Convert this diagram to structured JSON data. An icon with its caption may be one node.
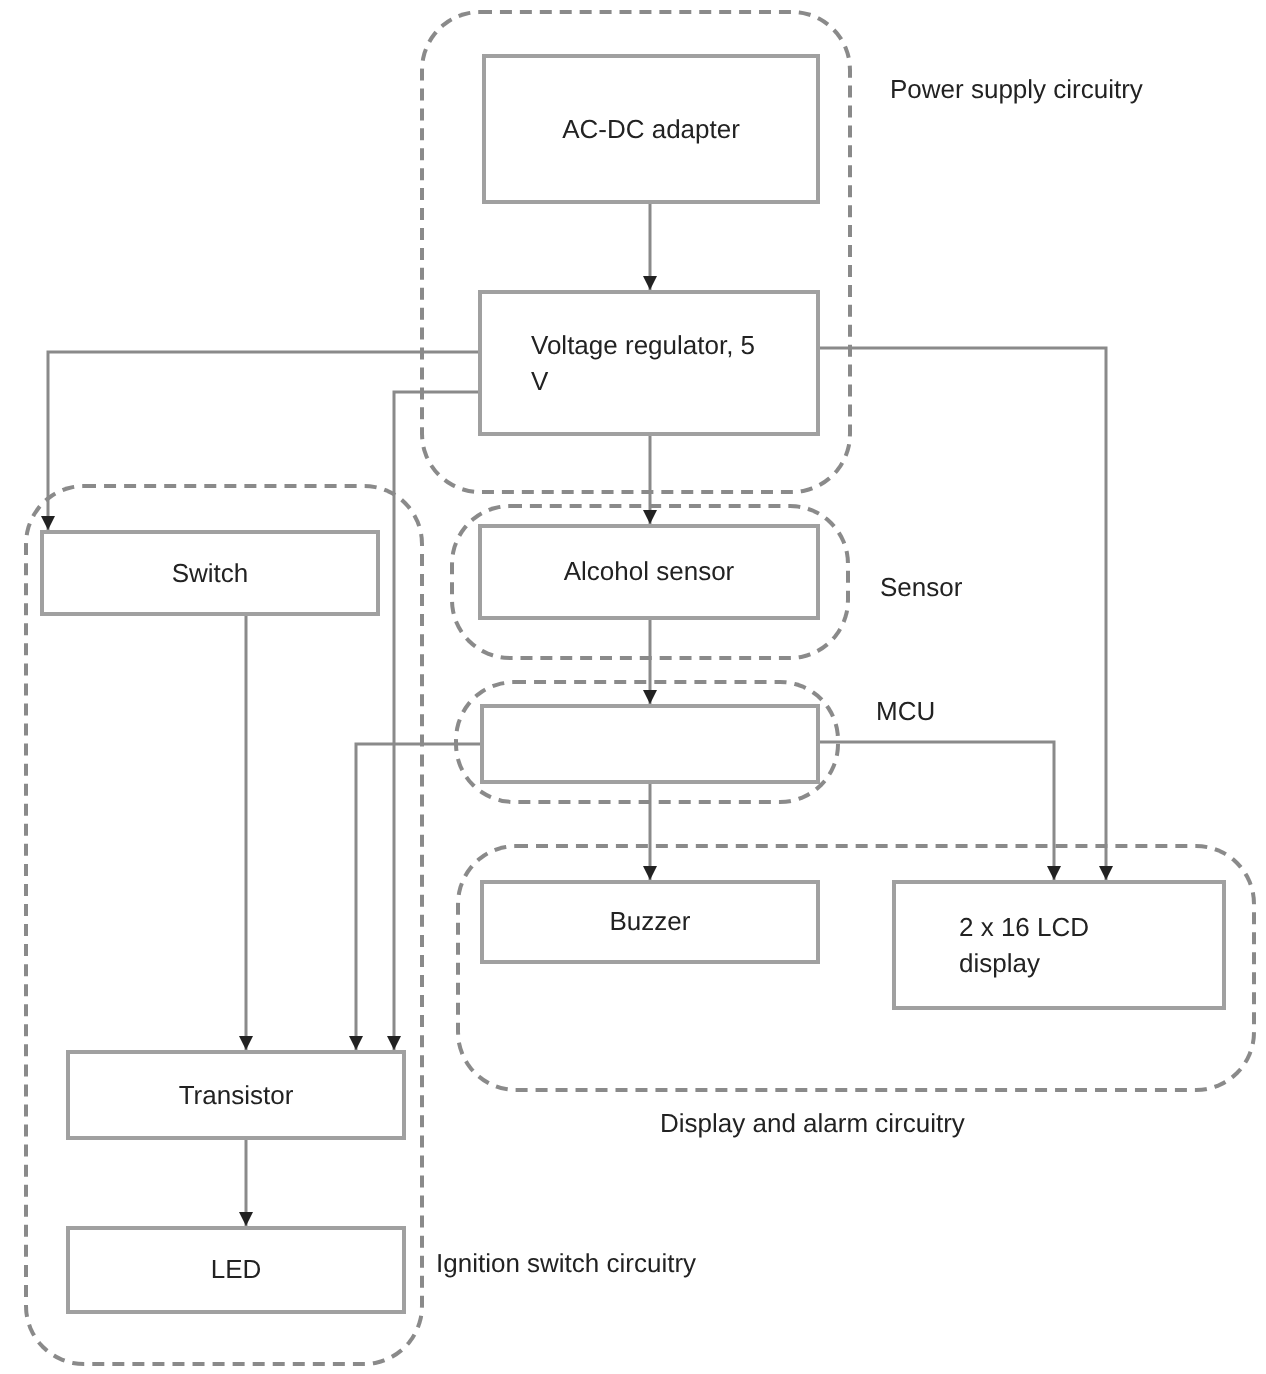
{
  "diagram": {
    "nodes": [
      {
        "text": [
          "Power supply circuitry"
        ]
      },
      {
        "text": [
          "AC-DC adapter"
        ],
        "in": 0
      },
      {
        "text": [
          "Voltage regulator, 5 V"
        ],
        "in": 0
      },
      {
        "text": [
          "Sensor"
        ]
      },
      {
        "text": [
          "Alcohol sensor"
        ],
        "in": 3
      },
      {
        "text": [
          "MCU"
        ]
      },
      {
        "text": [],
        "shape": "box",
        "in": 5
      },
      {
        "text": [
          "Ignition switch circuitry"
        ]
      },
      {
        "text": [
          "Switch"
        ],
        "in": 7
      },
      {
        "text": [
          "Transistor"
        ],
        "in": 7
      },
      {
        "text": [
          "LED"
        ],
        "in": 7
      },
      {
        "text": [
          "Display and alarm circuitry"
        ]
      },
      {
        "text": [
          "Buzzer"
        ],
        "in": 11
      },
      {
        "text": [
          "2 x 16 LCD display"
        ],
        "in": 11
      }
    ],
    "edges": [
      {
        "from": 1,
        "to": 2,
        "arrow": "to"
      },
      {
        "from": 2,
        "to": 4,
        "arrow": "to"
      },
      {
        "from": 4,
        "to": 6,
        "arrow": "to"
      },
      {
        "from": 2,
        "to": 8,
        "arrow": "to"
      },
      {
        "from": 2,
        "to": 9,
        "arrow": "to"
      },
      {
        "from": 2,
        "to": 13,
        "arrow": "to"
      },
      {
        "from": 6,
        "to": 9,
        "arrow": "to"
      },
      {
        "from": 6,
        "to": 12,
        "arrow": "to"
      },
      {
        "from": 6,
        "to": 13,
        "arrow": "to"
      },
      {
        "from": 8,
        "to": 9,
        "arrow": "to"
      },
      {
        "from": 9,
        "to": 10,
        "arrow": "to"
      }
    ]
  }
}
